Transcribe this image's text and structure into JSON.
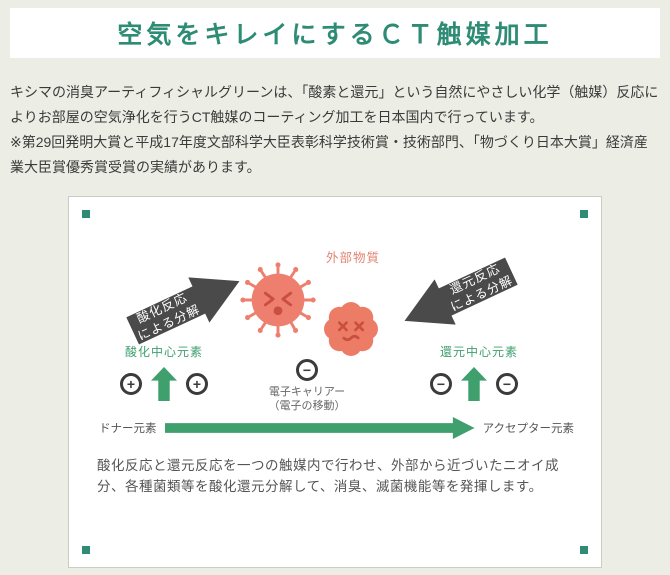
{
  "header": {
    "title": "空気をキレイにするＣＴ触媒加工"
  },
  "intro": {
    "paragraph1": "キシマの消臭アーティフィシャルグリーンは、「酸素と還元」という自然にやさしい化学（触媒）反応によりお部屋の空気浄化を行うCT触媒のコーティング加工を日本国内で行っています。",
    "paragraph2": "※第29回発明大賞と平成17年度文部科学大臣表彰科学技術賞・技術部門、「物づくり日本大賞」経済産業大臣賞優秀賞受賞の実績があります。"
  },
  "diagram": {
    "external_substance_label": "外部物質",
    "oxidation_arrow_label": "酸化反応\nによる分解",
    "reduction_arrow_label": "還元反応\nによる分解",
    "oxidation_center_label": "酸化中心元素",
    "reduction_center_label": "還元中心元素",
    "plus_symbol": "+",
    "minus_symbol": "−",
    "electron_carrier_label": "電子キャリアー\n（電子の移動）",
    "donor_label": "ドナー元素",
    "acceptor_label": "アクセプター元素",
    "caption": "酸化反応と還元反応を一つの触媒内で行わせ、外部から近づいたニオイ成分、各種菌類等を酸化還元分解して、消臭、滅菌機能等を発揮します。",
    "colors": {
      "header_teal": "#2E8B74",
      "accent_green": "#3FA06E",
      "arrow_dark": "#4A4A4A",
      "germ_salmon": "#EE7F6E",
      "page_background": "#ECEEE5"
    }
  }
}
